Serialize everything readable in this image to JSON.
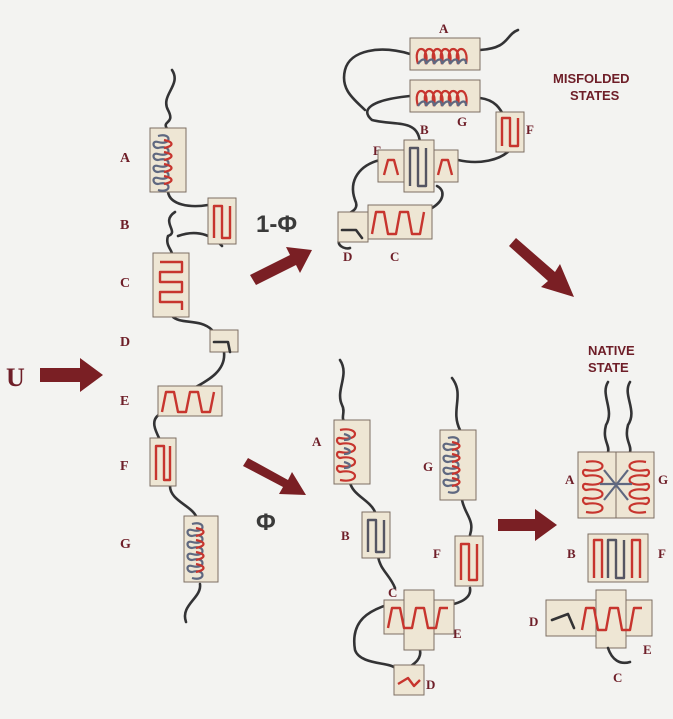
{
  "unfolded_label": "U",
  "segment_labels": [
    "A",
    "B",
    "C",
    "D",
    "E",
    "F",
    "G"
  ],
  "pathway_upper_label": "1-Φ",
  "pathway_lower_label": "Φ",
  "misfolded": {
    "title_line1": "MISFOLDED",
    "title_line2": "STATES",
    "labels": {
      "A": "A",
      "G": "G",
      "B": "B",
      "E": "E",
      "F": "F",
      "D": "D",
      "C": "C"
    }
  },
  "intermediate": {
    "labels": {
      "A": "A",
      "B": "B",
      "C": "C",
      "D": "D",
      "E": "E",
      "F": "F",
      "G": "G"
    }
  },
  "native": {
    "title_line1": "NATIVE",
    "title_line2": "STATE",
    "labels": {
      "A": "A",
      "G": "G",
      "B": "B",
      "F": "F",
      "D": "D",
      "E": "E",
      "C": "C"
    }
  },
  "colors": {
    "arrow": "#7a1f24",
    "label": "#6e1e28",
    "helix_red": "#c7352e",
    "helix_gray": "#5f6880",
    "box_fill": "#eee6d4",
    "chain": "#333335"
  }
}
